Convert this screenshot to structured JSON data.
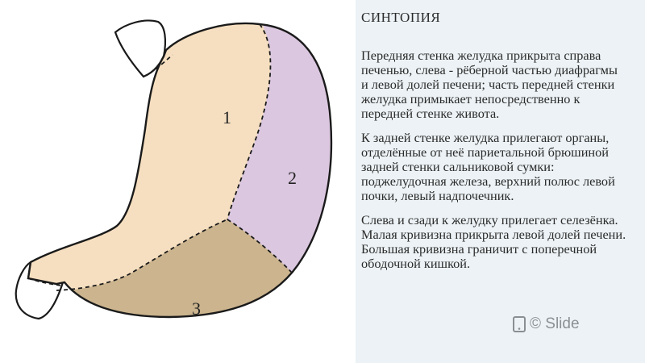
{
  "diagram": {
    "region_labels": [
      "1",
      "2",
      "3"
    ],
    "colors": {
      "region_1": "#f6dfc0",
      "region_2": "#dbc7e0",
      "region_3": "#cbb48e",
      "outline": "#1a1a1a",
      "duodenum": "#ffffff"
    }
  },
  "text": {
    "title": "СИНТОПИЯ",
    "paragraphs": [
      "Передняя стенка желудка прикрыта справа печенью, слева - рёберной частью диафрагмы и левой долей печени; часть передней стенки желудка примыкает непосредственно к передней стенке живота.",
      "К задней стенке желудка прилегают органы, отделённые от неё париетальной брюшиной задней стенки сальниковой сумки: поджелудочная железа, верхний полюс левой почки, левый надпочечник.",
      "Слева и сзади к желудку прилегает селезёнка. Малая кривизна прикрыта левой долей печени. Большая кривизна граничит с поперечной ободочной кишкой."
    ]
  },
  "watermark": {
    "text": "© Slide",
    "icon": "tablet-icon"
  }
}
